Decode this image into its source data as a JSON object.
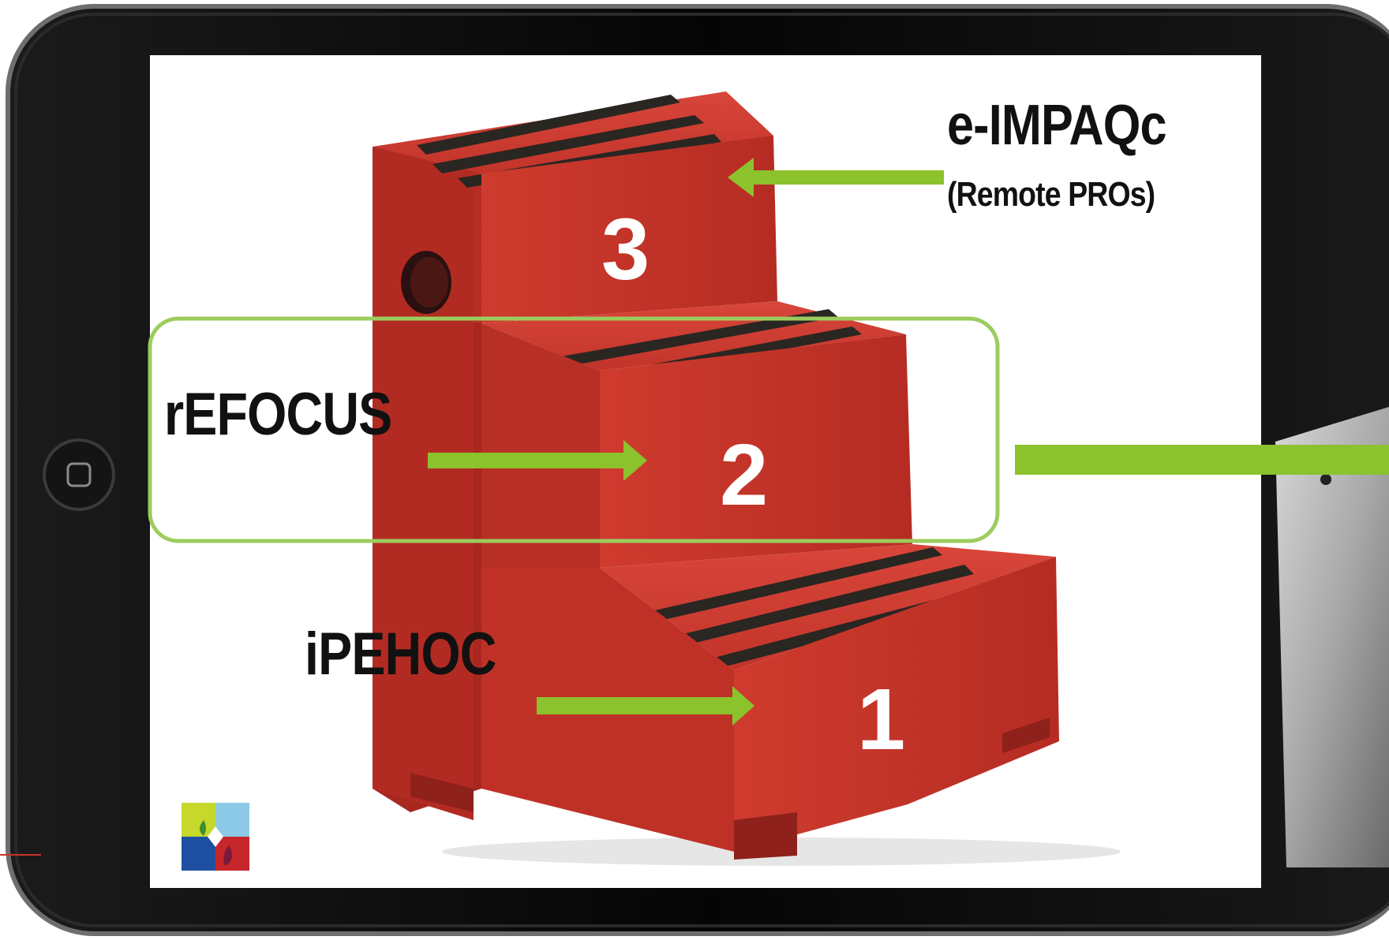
{
  "slide": {
    "label_top": "e-IMPAQc",
    "label_top_sub": "(Remote PROs)",
    "label_middle": "rEFOCUS",
    "label_bottom": "iPEHOC",
    "step_numbers": [
      "3",
      "2",
      "1"
    ]
  },
  "colors": {
    "tablet_frame": "#0b0b0b",
    "screen_bg": "#ffffff",
    "step_red": "#c9342a",
    "step_red_dark": "#a72a22",
    "tread_stripe": "#2a2622",
    "arrow_green": "#8cc22b",
    "highlight_box": "#9ccc5e"
  },
  "icons": {
    "home_button": "home-button-icon",
    "logo": "mosaic-logo-icon"
  }
}
